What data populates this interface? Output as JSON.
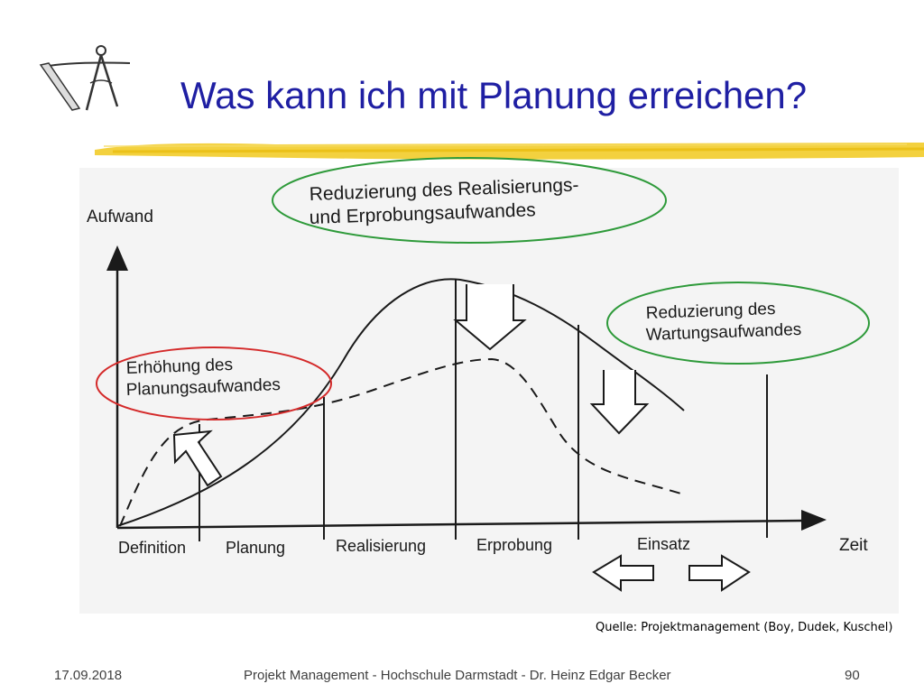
{
  "slide": {
    "title": "Was kann ich mit Planung erreichen?",
    "source": "Quelle: Projektmanagement  (Boy, Dudek, Kuschel)",
    "footer": {
      "date": "17.09.2018",
      "center": "Projekt Management - Hochschule Darmstadt - Dr. Heinz Edgar Becker",
      "page": "90"
    },
    "logo_icon": "drafting-compass-icon",
    "accent_colors": {
      "title": "#1f1fa3",
      "stripe": "#f2cc2a",
      "green_ellipse": "#2e9a3a",
      "red_ellipse": "#d42a2a"
    }
  },
  "diagram": {
    "y_axis_label": "Aufwand",
    "x_axis_label": "Zeit",
    "phases": [
      "Definition",
      "Planung",
      "Realisierung",
      "Erprobung",
      "Einsatz"
    ],
    "callouts": {
      "green_top": [
        "Reduzierung des Realisierungs-",
        "und Erprobungsaufwandes"
      ],
      "green_right": [
        "Reduzierung des",
        "Wartungsaufwandes"
      ],
      "red_left": [
        "Erhöhung des",
        "Planungsaufwandes"
      ]
    }
  }
}
